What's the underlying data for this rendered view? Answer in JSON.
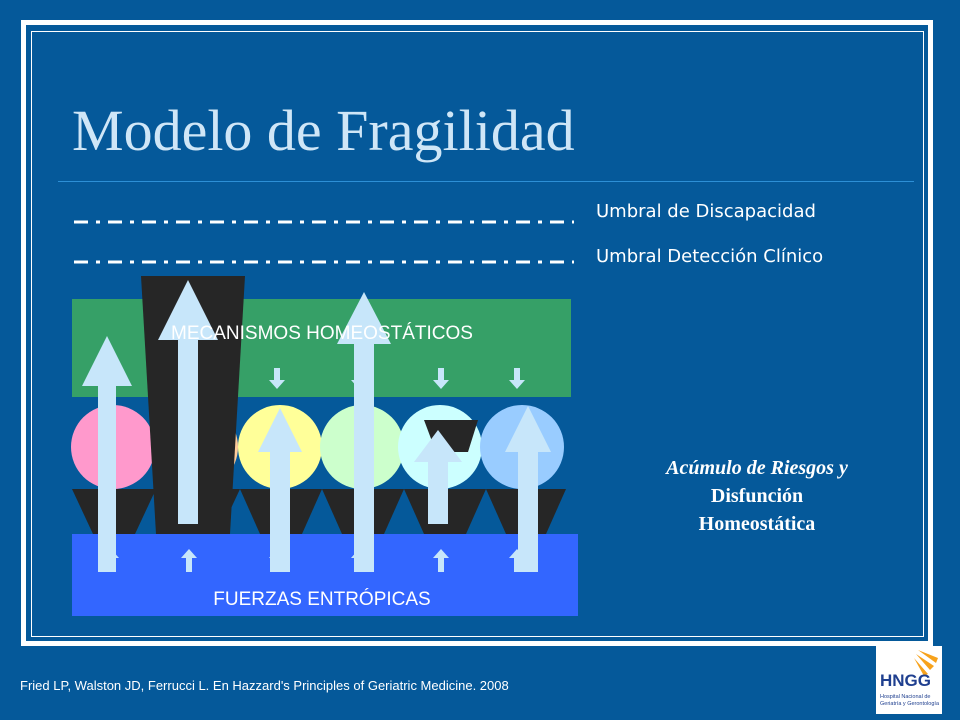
{
  "slide": {
    "title": "Modelo de Fragilidad",
    "thresholds": [
      {
        "label": "Umbral de Discapacidad"
      },
      {
        "label": "Umbral Detección Clínico"
      }
    ],
    "homeostatic_band_label": "MECANISMOS HOMEOSTÁTICOS",
    "entropic_band_label": "FUERZAS ENTRÓPICAS",
    "accumulation_line1": "Acúmulo de Riesgos y",
    "accumulation_line2": "Disfunción",
    "accumulation_line3": "Homeostática",
    "citation": "Fried LP, Walston JD, Ferrucci L. En Hazzard's Principles of Geriatric Medicine. 2008",
    "logo_text": "HNGG",
    "logo_subtext_1": "Hospital Nacional de",
    "logo_subtext_2": "Geriatría y Gerontología"
  },
  "colors": {
    "background": "#05599a",
    "title": "#cfe6f7",
    "homeostatic_band": "#36a067",
    "entropic_band": "#3366ff",
    "arrow": "#c7e6fa",
    "funnel": "#262626",
    "circles": [
      "#ff99cc",
      "#ffcc99",
      "#ffff99",
      "#ccffcc",
      "#ccffff",
      "#99ccff"
    ]
  }
}
